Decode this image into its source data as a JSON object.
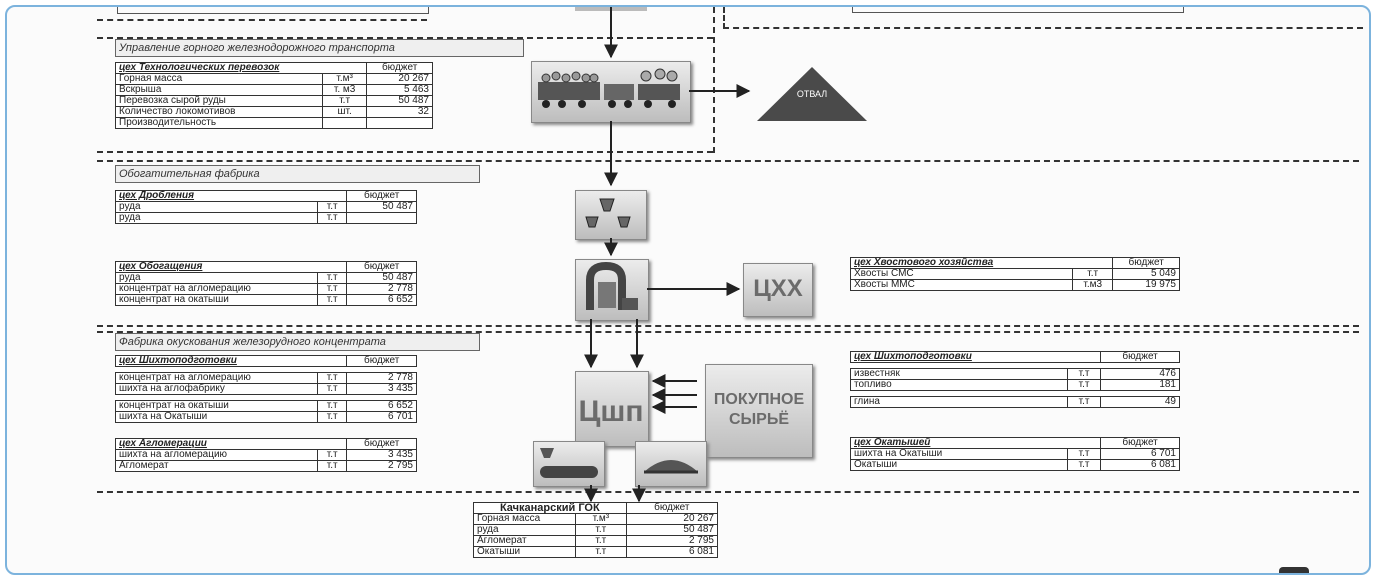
{
  "sections": {
    "rail": "Управление горного железнодорожного транспорта",
    "benef": "Обогатительная фабрика",
    "pellet": "Фабрика окускования железорудного концентрата"
  },
  "col_budget": "бюджет",
  "rail_table": {
    "title": "цех Технологических перевозок",
    "rows": [
      {
        "name": "Горная масса",
        "unit": "т.м³",
        "value": "20 267"
      },
      {
        "name": "Вскрыша",
        "unit": "т. м3",
        "value": "5 463"
      },
      {
        "name": "Перевозка сырой руды",
        "unit": "т.т",
        "value": "50 487"
      },
      {
        "name": "Количество локомотивов",
        "unit": "шт.",
        "value": "32"
      },
      {
        "name": "Производительность",
        "unit": "",
        "value": ""
      }
    ]
  },
  "crush_table": {
    "title": "цех Дробления",
    "rows": [
      {
        "name": "руда",
        "unit": "т.т",
        "value": "50 487"
      },
      {
        "name": "руда",
        "unit": "т.т",
        "value": ""
      }
    ]
  },
  "benef_table": {
    "title": "цех Обогащения",
    "rows": [
      {
        "name": "руда",
        "unit": "т.т",
        "value": "50 487"
      },
      {
        "name": "концентрат на агломерацию",
        "unit": "т.т",
        "value": "2 778"
      },
      {
        "name": "концентрат на окатыши",
        "unit": "т.т",
        "value": "6 652"
      }
    ]
  },
  "tail_table": {
    "title": "цех Хвостового хозяйства",
    "rows": [
      {
        "name": "Хвосты СМС",
        "unit": "т.т",
        "value": "5 049"
      },
      {
        "name": "Хвосты ММС",
        "unit": "т.м3",
        "value": "19 975"
      }
    ]
  },
  "charge_table": {
    "title": "цех Шихтоподготовки",
    "rows": [
      {
        "name": "концентрат на агломерацию",
        "unit": "т.т",
        "value": "2 778"
      },
      {
        "name": "шихта на аглофабрику",
        "unit": "т.т",
        "value": "3 435"
      }
    ],
    "rows2": [
      {
        "name": "концентрат на окатыши",
        "unit": "т.т",
        "value": "6 652"
      },
      {
        "name": "шихта на Окатыши",
        "unit": "т.т",
        "value": "6 701"
      }
    ]
  },
  "aglo_table": {
    "title": "цех Агломерации",
    "rows": [
      {
        "name": "шихта на агломерацию",
        "unit": "т.т",
        "value": "3 435"
      },
      {
        "name": "Агломерат",
        "unit": "т.т",
        "value": "2 795"
      }
    ]
  },
  "right_charge_table": {
    "title": "цех Шихтоподготовки",
    "rows": [
      {
        "name": "известняк",
        "unit": "т.т",
        "value": "476"
      },
      {
        "name": "топливо",
        "unit": "т.т",
        "value": "181"
      },
      {
        "name": "глина",
        "unit": "т.т",
        "value": "49"
      }
    ]
  },
  "pellet_table": {
    "title": "цех Окатышей",
    "rows": [
      {
        "name": "шихта на Окатыши",
        "unit": "т.т",
        "value": "6 701"
      },
      {
        "name": "Окатыши",
        "unit": "т.т",
        "value": "6 081"
      }
    ]
  },
  "gok_table": {
    "title": "Качканарский ГОК",
    "rows": [
      {
        "name": "Горная масса",
        "unit": "т.м³",
        "value": "20 267"
      },
      {
        "name": "руда",
        "unit": "т.т",
        "value": "50 487"
      },
      {
        "name": "Агломерат",
        "unit": "т.т",
        "value": "2 795"
      },
      {
        "name": "Окатыши",
        "unit": "т.т",
        "value": "6 081"
      }
    ]
  },
  "labels": {
    "dump": "ОТВАЛ",
    "tailings": "ЦХХ",
    "csp": "Цшп",
    "purchased_1": "ПОКУПНОЕ",
    "purchased_2": "СЫРЬЁ"
  },
  "icons": {
    "train": "train-icon",
    "crusher": "crusher-icon",
    "magnet": "magnetic-separator-icon",
    "sinter": "sinter-machine-icon",
    "pellet": "pellet-machine-icon"
  }
}
